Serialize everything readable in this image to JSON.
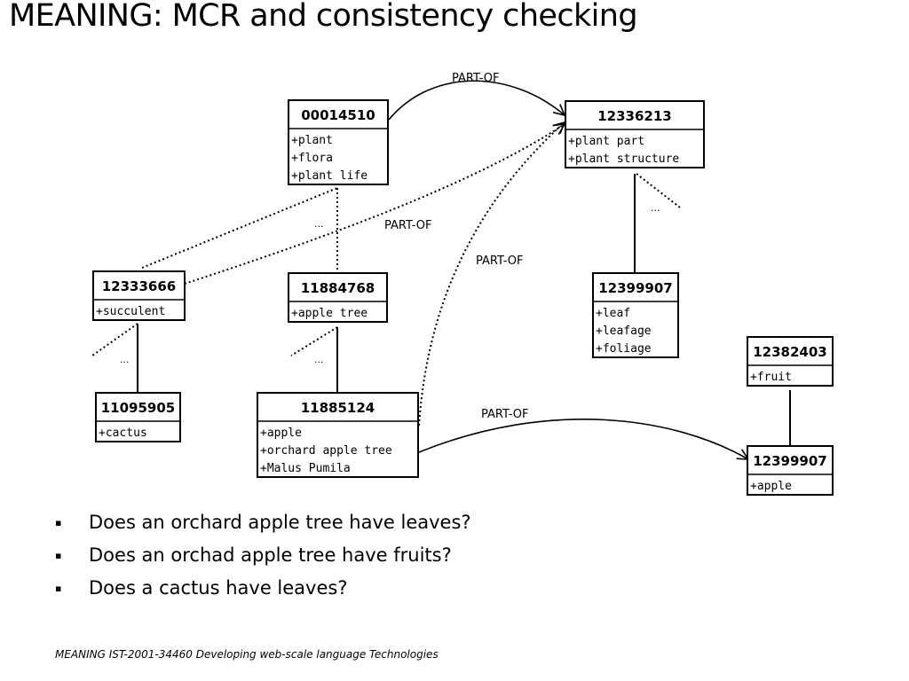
{
  "title": "MEANING: MCR and consistency checking",
  "diagram": {
    "nodes": {
      "n00014510": {
        "id": "00014510",
        "synonyms": [
          "+plant",
          "+flora",
          "+plant life"
        ]
      },
      "n12336213": {
        "id": "12336213",
        "synonyms": [
          "+plant part",
          "+plant structure"
        ]
      },
      "n12333666": {
        "id": "12333666",
        "synonyms": [
          "+succulent"
        ]
      },
      "n11884768": {
        "id": "11884768",
        "synonyms": [
          "+apple tree"
        ]
      },
      "n12399907a": {
        "id": "12399907",
        "synonyms": [
          "+leaf",
          "+leafage",
          "+foliage"
        ]
      },
      "n12382403": {
        "id": "12382403",
        "synonyms": [
          "+fruit"
        ]
      },
      "n11095905": {
        "id": "11095905",
        "synonyms": [
          "+cactus"
        ]
      },
      "n11885124": {
        "id": "11885124",
        "synonyms": [
          "+apple",
          "+orchard apple tree",
          "+Malus Pumila"
        ]
      },
      "n12399907b": {
        "id": "12399907",
        "synonyms": [
          "+apple"
        ]
      }
    },
    "edge_labels": {
      "top": "PART-OF",
      "succulent": "PART-OF",
      "orchard": "PART-OF",
      "fruit": "PART-OF"
    },
    "ellipsis": "..."
  },
  "bullet_glyph": "▪",
  "questions": [
    "Does an orchard apple tree have leaves?",
    "Does an orchad apple tree have fruits?",
    "Does a cactus have leaves?"
  ],
  "footer": "MEANING IST-2001-34460 Developing web-scale language Technologies"
}
